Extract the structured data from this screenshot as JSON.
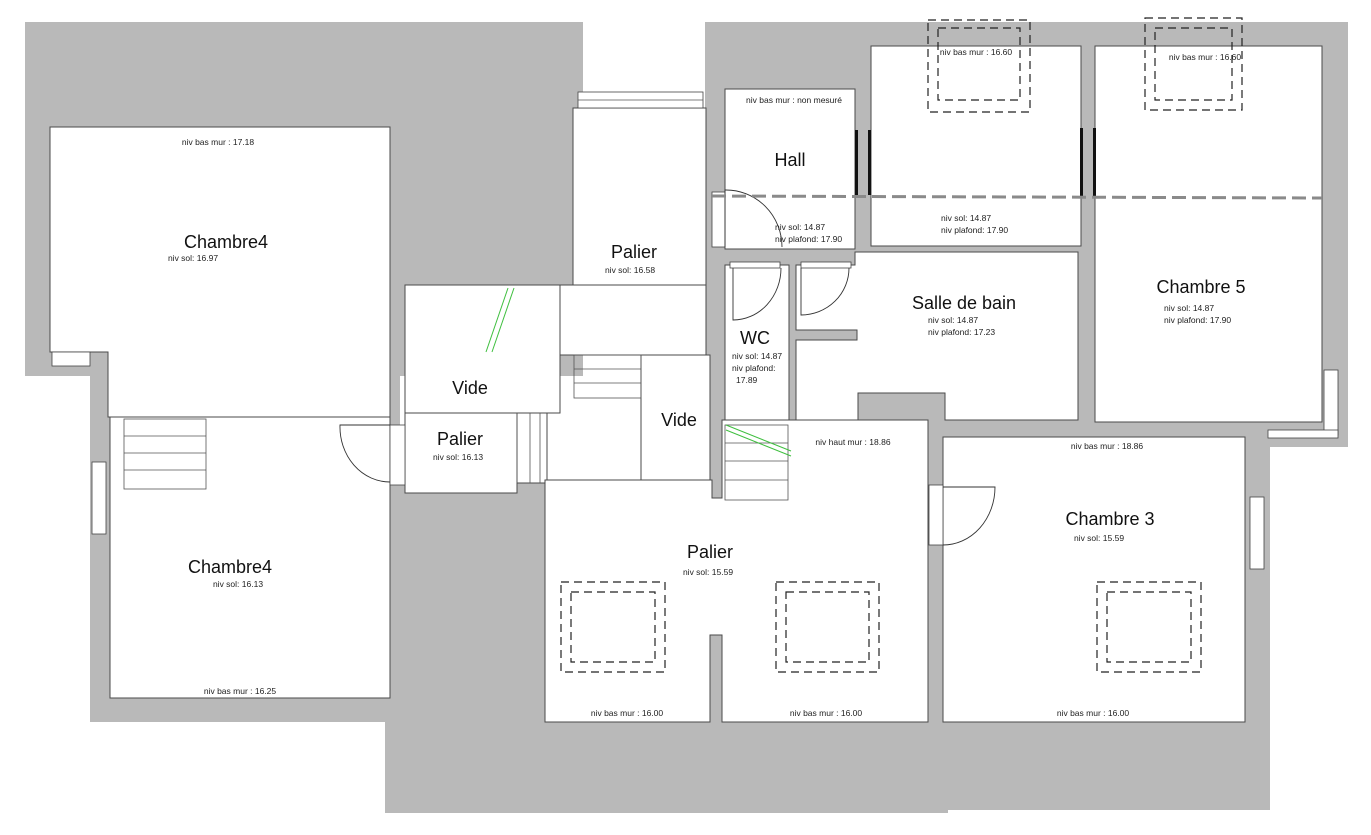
{
  "rooms": {
    "chambre4_upper": {
      "name": "Chambre4",
      "sol": "niv sol: 16.97",
      "mur": "niv bas mur : 17.18"
    },
    "chambre4_lower": {
      "name": "Chambre4",
      "sol": "niv sol: 16.13",
      "mur": "niv bas mur : 16.25"
    },
    "palier_top": {
      "name": "Palier",
      "sol": "niv sol: 16.58"
    },
    "vide_left": {
      "name": "Vide"
    },
    "palier_small": {
      "name": "Palier",
      "sol": "niv sol: 16.13"
    },
    "vide_center": {
      "name": "Vide"
    },
    "hall": {
      "name": "Hall",
      "mur": "niv bas mur : non mesuré",
      "sol": "niv sol: 14.87",
      "plafond": "niv plafond: 17.90"
    },
    "bedroom_top": {
      "mur": "niv bas mur : 16.60",
      "sol": "niv sol: 14.87",
      "plafond": "niv plafond: 17.90"
    },
    "chambre5": {
      "name": "Chambre 5",
      "mur": "niv bas mur : 16.60",
      "sol": "niv sol: 14.87",
      "plafond": "niv plafond: 17.90"
    },
    "wc": {
      "name": "WC",
      "sol": "niv sol: 14.87",
      "plafond1": "niv plafond:",
      "plafond2": "17.89"
    },
    "salle_de_bain": {
      "name": "Salle de bain",
      "sol": "niv sol: 14.87",
      "plafond": "niv plafond: 17.23"
    },
    "palier_main": {
      "name": "Palier",
      "sol": "niv sol: 15.59",
      "haut_mur": "niv haut mur : 18.86",
      "mur_left": "niv bas mur : 16.00",
      "mur_right": "niv bas mur : 16.00"
    },
    "chambre3": {
      "name": "Chambre 3",
      "sol": "niv sol: 15.59",
      "mur_top": "niv bas mur : 18.86",
      "mur_bottom": "niv bas mur : 16.00"
    }
  },
  "colors": {
    "wall": "#b9b9b9",
    "background": "#ffffff",
    "window_green": "#3fbf3f"
  }
}
